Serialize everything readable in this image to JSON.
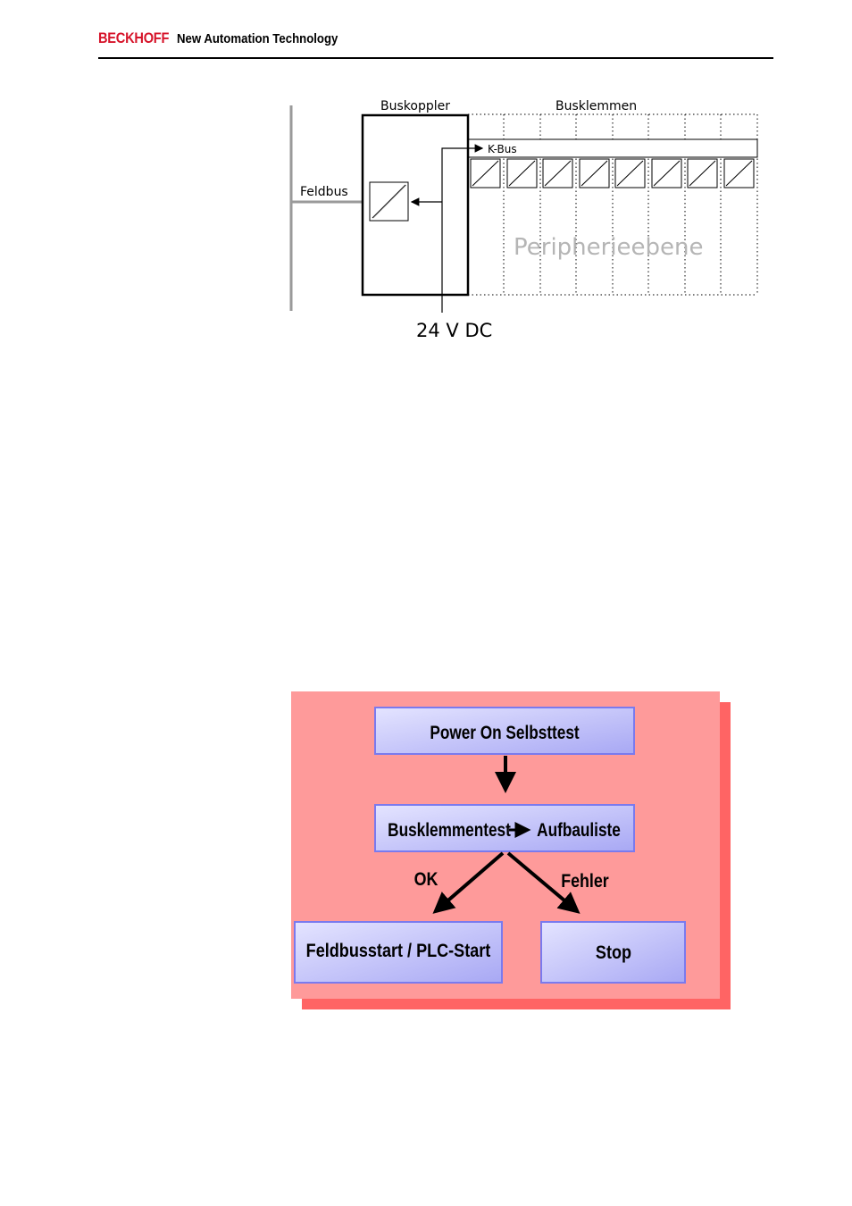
{
  "header": {
    "brand": "BECKHOFF",
    "tagline": "New Automation Technology"
  },
  "bus_diagram": {
    "coupler_label": "Buskoppler",
    "terminals_label": "Busklemmen",
    "fieldbus_label": "Feldbus",
    "kbus_label": "K-Bus",
    "periphery_label": "Peripherieebene",
    "power_label": "24 V DC",
    "terminal_count": 8
  },
  "flowchart": {
    "power_on": "Power On Selbsttest",
    "terminal_test": "Busklemmentest",
    "config_list": "Aufbauliste",
    "ok_label": "OK",
    "error_label": "Fehler",
    "fieldbus_start": "Feldbusstart / PLC-Start",
    "stop": "Stop",
    "colors": {
      "panel": "#fe9a9a",
      "panel_shadow": "#ff6464",
      "box_border": "#7a7aee",
      "box_fill_light": "#e4e4ff",
      "box_fill_dark": "#a8a8f4"
    }
  }
}
